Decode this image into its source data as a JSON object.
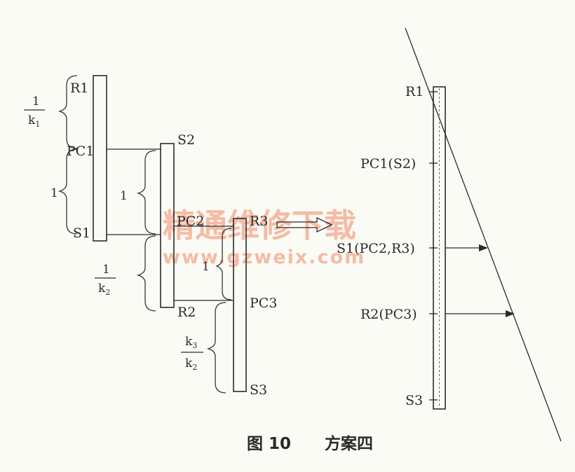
{
  "caption": {
    "figure": "图 10",
    "title": "方案四"
  },
  "left_labels": {
    "r1": "R1",
    "pc1": "PC1",
    "s1": "S1",
    "s2": "S2",
    "pc2": "PC2",
    "r2": "R2",
    "r3": "R3",
    "pc3": "PC3",
    "s3": "S3"
  },
  "braces": {
    "inv_k1": {
      "num": "1",
      "den": "k",
      "den_sub": "1"
    },
    "one_a": "1",
    "one_b": "1",
    "inv_k2": {
      "num": "1",
      "den": "k",
      "den_sub": "2"
    },
    "one_c": "1",
    "k3_over_k2": {
      "num": "k",
      "num_sub": "3",
      "den": "k",
      "den_sub": "2"
    }
  },
  "right_labels": {
    "r1": "R1",
    "pc1_s2": "PC1(S2)",
    "s1_pc2_r3": "S1(PC2,R3)",
    "r2_pc3": "R2(PC3)",
    "s3": "S3"
  },
  "watermark": {
    "cn": "精通维修下载",
    "url": "www.gzweix.com"
  }
}
